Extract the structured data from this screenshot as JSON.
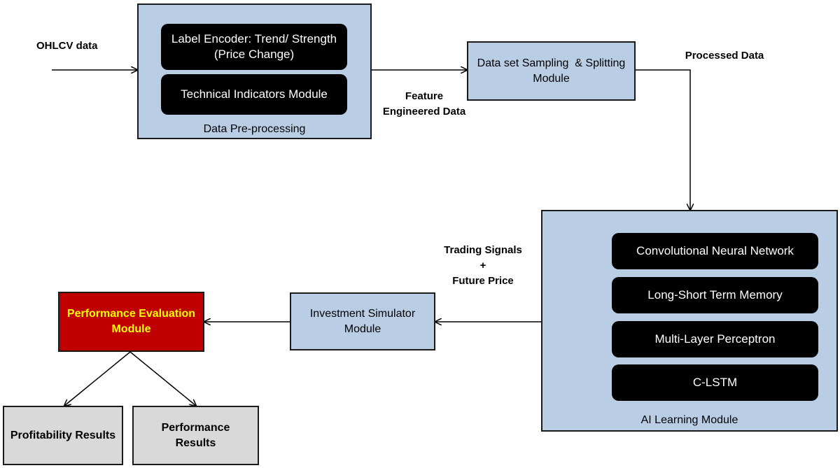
{
  "inputs": {
    "ohlcv": "OHLCV data"
  },
  "preprocessing": {
    "caption": "Data Pre-processing",
    "label_encoder_line1": "Label Encoder: Trend/ Strength",
    "label_encoder_line2": "(Price Change)",
    "technical_indicators": "Technical Indicators Module"
  },
  "edges": {
    "feature_line1": "Feature",
    "feature_line2": "Engineered Data",
    "processed": "Processed Data",
    "signals_line1": "Trading Signals",
    "signals_line2": "+",
    "signals_line3": "Future Price"
  },
  "sampling": {
    "line1": "Data set Sampling  & Splitting",
    "line2": "Module"
  },
  "ai_module": {
    "caption": "AI Learning Module",
    "models": [
      "Convolutional Neural Network",
      "Long-Short Term Memory",
      "Multi-Layer Perceptron",
      "C-LSTM"
    ]
  },
  "simulator": {
    "line1": "Investment Simulator",
    "line2": "Module"
  },
  "evaluation": {
    "line1": "Performance Evaluation",
    "line2": "Module"
  },
  "results": {
    "profitability": "Profitability Results",
    "performance_line1": "Performance",
    "performance_line2": "Results"
  },
  "colors": {
    "module_fill": "#b9cde5",
    "submodule_fill": "#000000",
    "evaluation_fill": "#c00000",
    "evaluation_text": "#ffff00",
    "result_fill": "#d9d9d9"
  }
}
